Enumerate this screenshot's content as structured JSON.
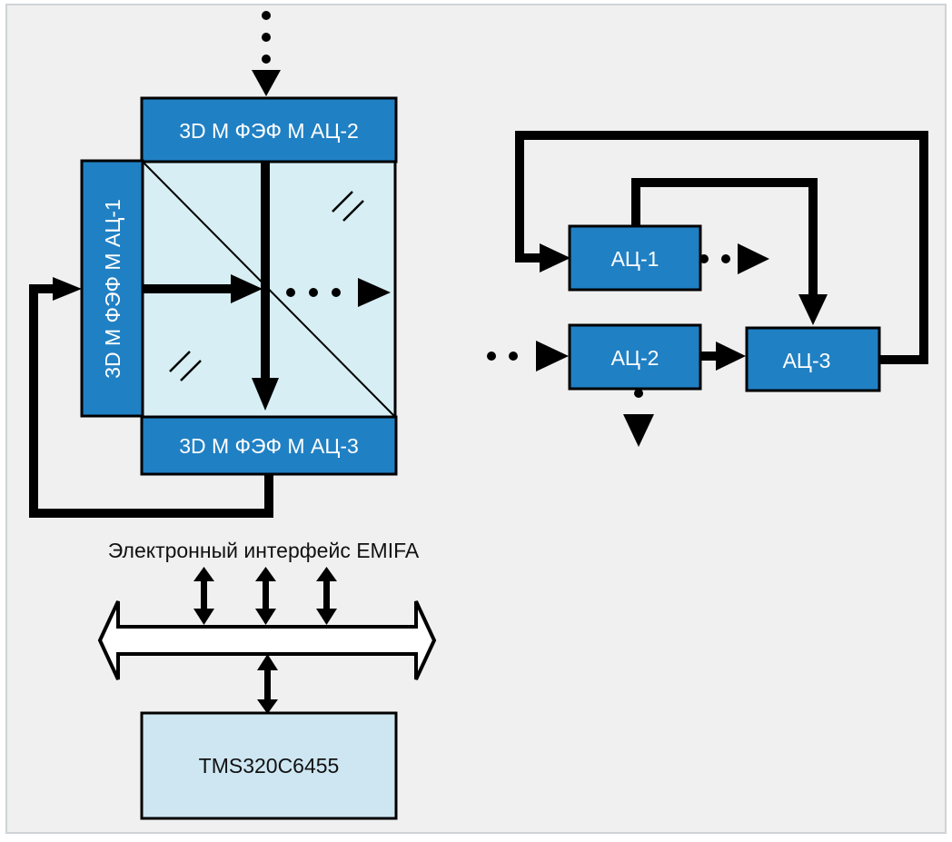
{
  "colors": {
    "panel_background": "#f0f0f0",
    "panel_border": "#cfd3d6",
    "block_fill": "#2080c4",
    "matrix_fill": "#d7eef4",
    "processor_fill": "#cde6f2",
    "line": "#000000"
  },
  "left_diagram": {
    "block_top": "3D М ФЭФ М АЦ-2",
    "block_left": "3D М ФЭФ М АЦ-1",
    "block_bottom": "3D М ФЭФ М АЦ-3",
    "emifa_label": "Электронный интерфейс EMIFA",
    "processor_label": "TMS320C6455"
  },
  "right_diagram": {
    "node_1": "АЦ-1",
    "node_2": "АЦ-2",
    "node_3": "АЦ-3"
  },
  "icons": [
    "hatch-mark-icon",
    "bidirectional-bus-arrow-icon",
    "dotted-arrow-icon"
  ]
}
